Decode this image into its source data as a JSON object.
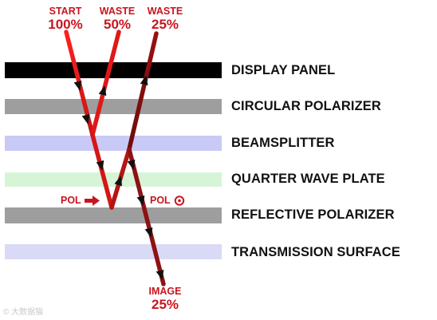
{
  "layers": [
    {
      "label": "DISPLAY PANEL",
      "color": "#000000"
    },
    {
      "label": "CIRCULAR POLARIZER",
      "color": "#9e9e9e"
    },
    {
      "label": "BEAMSPLITTER",
      "color": "#c9c9f6"
    },
    {
      "label": "QUARTER WAVE PLATE",
      "color": "#d6f5d6"
    },
    {
      "label": "REFLECTIVE POLARIZER",
      "color": "#9e9e9e"
    },
    {
      "label": "TRANSMISSION SURFACE",
      "color": "#dadaf7"
    }
  ],
  "rays": {
    "start": {
      "word": "START",
      "pct": "100%"
    },
    "waste1": {
      "word": "WASTE",
      "pct": "50%"
    },
    "waste2": {
      "word": "WASTE",
      "pct": "25%"
    },
    "image": {
      "word": "IMAGE",
      "pct": "25%"
    }
  },
  "pol_labels": {
    "left": "POL",
    "right": "POL"
  },
  "watermark": "© 大数据猫",
  "colors": {
    "ray_bright": "#e01818",
    "ray_dark": "#8e1212",
    "label_red": "#c8141e",
    "arrowhead": "#111111"
  }
}
